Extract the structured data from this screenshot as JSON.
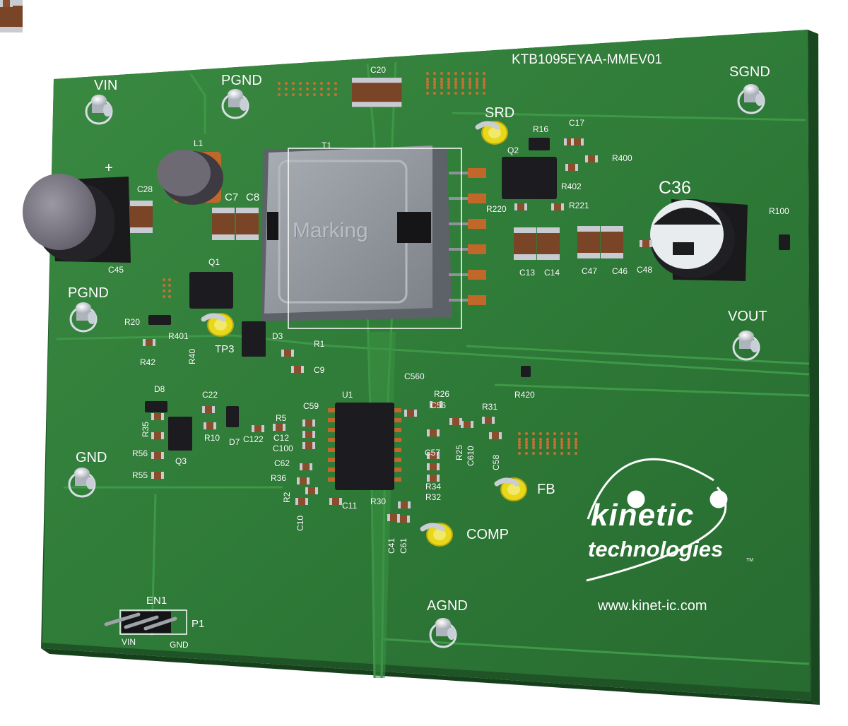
{
  "board": {
    "title": "KTB1095EYAA-MMEV01",
    "url": "www.kinet-ic.com",
    "logo": {
      "line1": "kinetic",
      "line2": "technologies",
      "tm": "TM"
    },
    "transformer_marking": "Marking",
    "polarity_mark": "+",
    "colors": {
      "board": "#2f7a38",
      "board_edge": "#1f5526",
      "copper": "#c0662a",
      "silkscreen": "#ffffff",
      "test_point": "#e6d61a"
    }
  },
  "test_points": {
    "vin": "VIN",
    "pgnd_top": "PGND",
    "sgnd": "SGND",
    "pgnd_left": "PGND",
    "vout": "VOUT",
    "gnd": "GND",
    "agnd": "AGND",
    "srd": "SRD",
    "tp3": "TP3",
    "fb": "FB",
    "comp": "COMP"
  },
  "connector": {
    "ref": "EN1",
    "p1": "P1",
    "pin_vin": "VIN",
    "pin_gnd": "GND"
  },
  "refdes": {
    "c20": "C20",
    "l1": "L1",
    "t1": "T1",
    "c28": "C28",
    "c45": "C45",
    "c7": "C7",
    "c8": "C8",
    "r16": "R16",
    "c17": "C17",
    "q2": "Q2",
    "r400": "R400",
    "r402": "R402",
    "r220": "R220",
    "r221": "R221",
    "c36": "C36",
    "r100": "R100",
    "c13": "C13",
    "c14": "C14",
    "c47": "C47",
    "c46": "C46",
    "c48": "C48",
    "q1": "Q1",
    "r20": "R20",
    "r401": "R401",
    "r40": "R40",
    "r42": "R42",
    "d3": "D3",
    "r1": "R1",
    "c9": "C9",
    "r420": "R420",
    "d8": "D8",
    "c22": "C22",
    "r35": "R35",
    "r10": "R10",
    "d7": "D7",
    "r56": "R56",
    "q3": "Q3",
    "r55": "R55",
    "r5": "R5",
    "c12": "C12",
    "c100": "C100",
    "c122": "C122",
    "c59": "C59",
    "u1": "U1",
    "c560": "C560",
    "r26": "R26",
    "c56": "C56",
    "r31": "R31",
    "c62": "C62",
    "r36": "R36",
    "c57": "C57",
    "r25": "R25",
    "c610": "C610",
    "c58": "C58",
    "r34": "R34",
    "r32": "R32",
    "r2": "R2",
    "c10": "C10",
    "c11": "C11",
    "r30": "R30",
    "c41": "C41",
    "c61": "C61"
  }
}
